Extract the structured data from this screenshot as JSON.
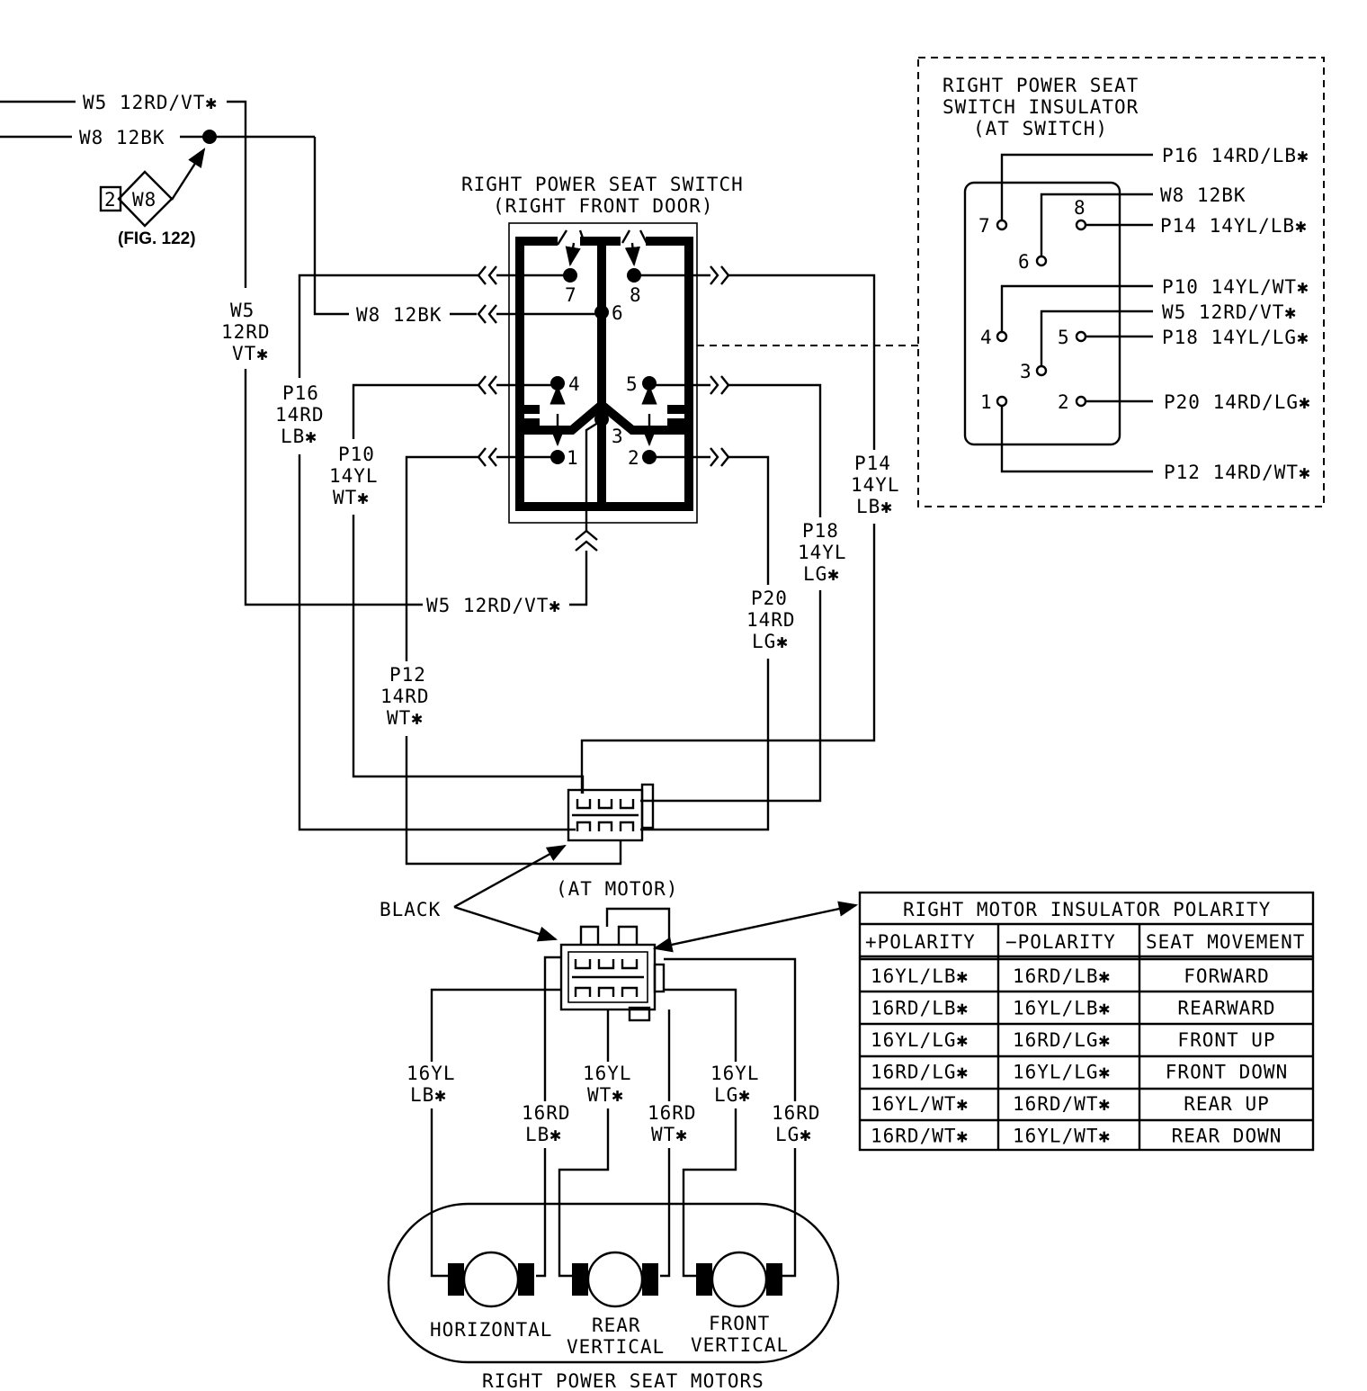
{
  "feed_wires": {
    "top_wire": "W5 12RD/VT✱",
    "second_wire": "W8 12BK",
    "ground_ref_num": "2",
    "ground_ref_id": "W8",
    "fig_ref": "(FIG. 122)",
    "w5_vertical": [
      "W5",
      "12RD",
      "VT✱"
    ]
  },
  "switch": {
    "title_line1": "RIGHT POWER SEAT SWITCH",
    "title_line2": "(RIGHT FRONT DOOR)",
    "pins": [
      "7",
      "8",
      "6",
      "4",
      "5",
      "3",
      "1",
      "2"
    ],
    "w8_label": "W8 12BK",
    "w5_bottom_label": "W5 12RD/VT✱"
  },
  "wires": {
    "p16": [
      "P16",
      "14RD",
      "LB✱"
    ],
    "p10": [
      "P10",
      "14YL",
      "WT✱"
    ],
    "p12": [
      "P12",
      "14RD",
      "WT✱"
    ],
    "p14": [
      "P14",
      "14YL",
      "LB✱"
    ],
    "p18": [
      "P18",
      "14YL",
      "LG✱"
    ],
    "p20": [
      "P20",
      "14RD",
      "LG✱"
    ]
  },
  "insulator": {
    "title_line1": "RIGHT POWER SEAT",
    "title_line2": "SWITCH INSULATOR",
    "title_line3": "(AT SWITCH)",
    "pins": [
      "7",
      "8",
      "6",
      "4",
      "5",
      "3",
      "1",
      "2"
    ],
    "wires": {
      "p16": "P16 14RD/LB✱",
      "w8": "W8 12BK",
      "p14": "P14 14YL/LB✱",
      "p10": "P10 14YL/WT✱",
      "w5": "W5 12RD/VT✱",
      "p18": "P18 14YL/LG✱",
      "p20": "P20 14RD/LG✱",
      "p12": "P12 14RD/WT✱"
    }
  },
  "motor_connector": {
    "black_label": "BLACK",
    "at_motor": "(AT MOTOR)"
  },
  "motor_wires": {
    "m1": [
      "16YL",
      "LB✱"
    ],
    "m2": [
      "16RD",
      "LB✱"
    ],
    "m3": [
      "16YL",
      "WT✱"
    ],
    "m4": [
      "16RD",
      "WT✱"
    ],
    "m5": [
      "16YL",
      "LG✱"
    ],
    "m6": [
      "16RD",
      "LG✱"
    ]
  },
  "motors": {
    "horizontal": "HORIZONTAL",
    "rear_l1": "REAR",
    "rear_l2": "VERTICAL",
    "front_l1": "FRONT",
    "front_l2": "VERTICAL",
    "group_title": "RIGHT POWER SEAT MOTORS"
  },
  "polarity_table": {
    "title": "RIGHT MOTOR INSULATOR POLARITY",
    "headers": [
      "+POLARITY",
      "−POLARITY",
      "SEAT MOVEMENT"
    ],
    "rows": [
      [
        "16YL/LB✱",
        "16RD/LB✱",
        "FORWARD"
      ],
      [
        "16RD/LB✱",
        "16YL/LB✱",
        "REARWARD"
      ],
      [
        "16YL/LG✱",
        "16RD/LG✱",
        "FRONT UP"
      ],
      [
        "16RD/LG✱",
        "16YL/LG✱",
        "FRONT DOWN"
      ],
      [
        "16YL/WT✱",
        "16RD/WT✱",
        "REAR UP"
      ],
      [
        "16RD/WT✱",
        "16YL/WT✱",
        "REAR DOWN"
      ]
    ]
  }
}
